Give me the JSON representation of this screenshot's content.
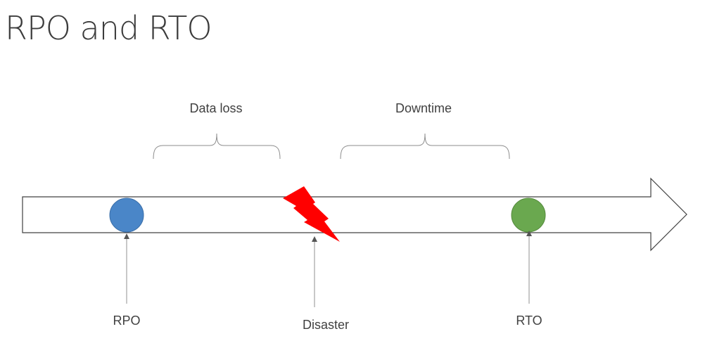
{
  "title": "RPO and RTO",
  "braces": {
    "data_loss": "Data loss",
    "downtime": "Downtime"
  },
  "markers": {
    "rpo": {
      "label": "RPO",
      "color": "#4a86c8"
    },
    "disaster": {
      "label": "Disaster",
      "color": "#ff0000"
    },
    "rto": {
      "label": "RTO",
      "color": "#6aa84f"
    }
  },
  "colors": {
    "arrow_outline": "#404040",
    "brace": "#8c8c8c",
    "pointer": "#909090"
  }
}
